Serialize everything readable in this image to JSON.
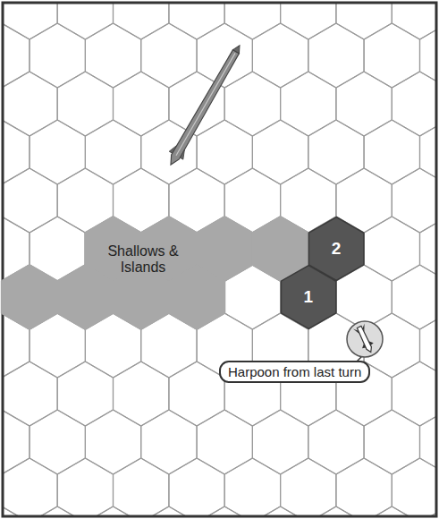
{
  "diagram": {
    "nodes": [
      {
        "text": [
          "Shallows & Islands"
        ]
      },
      {
        "text": [
          "2"
        ]
      },
      {
        "text": [
          "1"
        ]
      },
      {
        "text": [
          "Harpoon from last turn"
        ]
      }
    ]
  }
}
